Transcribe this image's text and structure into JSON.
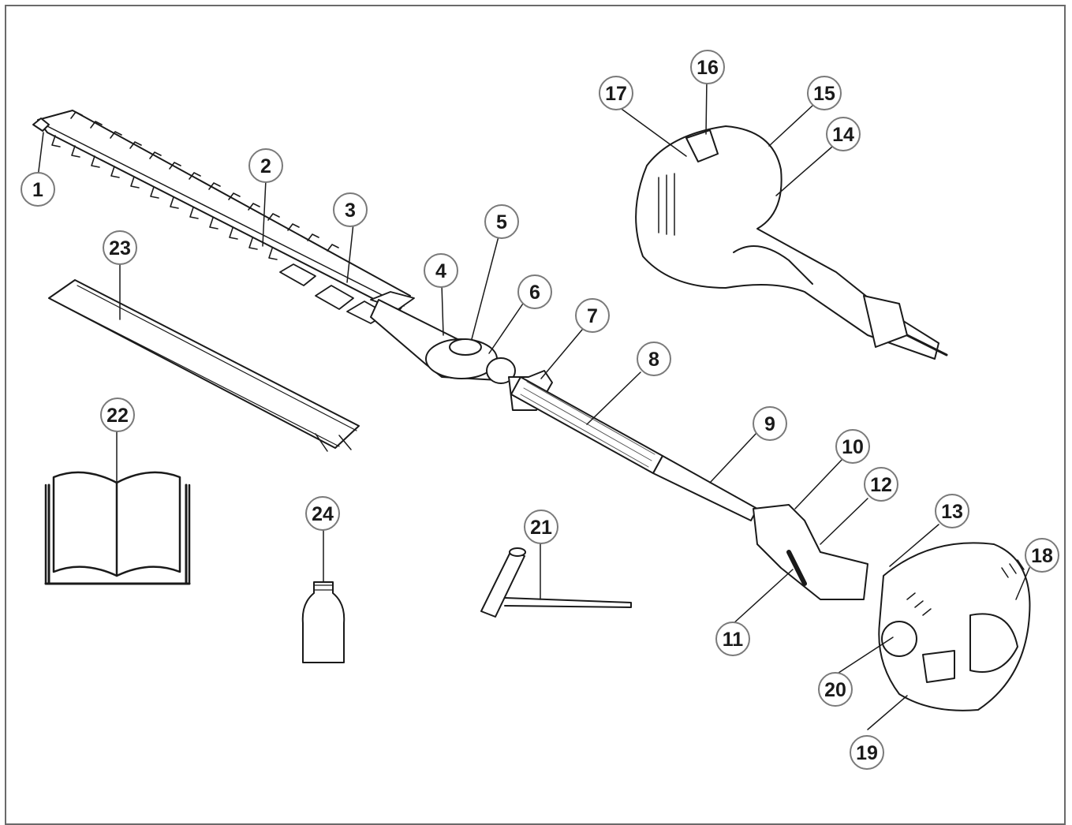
{
  "figure": {
    "callouts": [
      {
        "id": "callout-1",
        "label": "1"
      },
      {
        "id": "callout-2",
        "label": "2"
      },
      {
        "id": "callout-3",
        "label": "3"
      },
      {
        "id": "callout-4",
        "label": "4"
      },
      {
        "id": "callout-5",
        "label": "5"
      },
      {
        "id": "callout-6",
        "label": "6"
      },
      {
        "id": "callout-7",
        "label": "7"
      },
      {
        "id": "callout-8",
        "label": "8"
      },
      {
        "id": "callout-9",
        "label": "9"
      },
      {
        "id": "callout-10",
        "label": "10"
      },
      {
        "id": "callout-11",
        "label": "11"
      },
      {
        "id": "callout-12",
        "label": "12"
      },
      {
        "id": "callout-13",
        "label": "13"
      },
      {
        "id": "callout-14",
        "label": "14"
      },
      {
        "id": "callout-15",
        "label": "15"
      },
      {
        "id": "callout-16",
        "label": "16"
      },
      {
        "id": "callout-17",
        "label": "17"
      },
      {
        "id": "callout-18",
        "label": "18"
      },
      {
        "id": "callout-19",
        "label": "19"
      },
      {
        "id": "callout-20",
        "label": "20"
      },
      {
        "id": "callout-21",
        "label": "21"
      },
      {
        "id": "callout-22",
        "label": "22"
      },
      {
        "id": "callout-23",
        "label": "23"
      },
      {
        "id": "callout-24",
        "label": "24"
      }
    ],
    "colors": {
      "line": "#1a1a1a",
      "fill": "#ffffff",
      "shade": "#d6d6d6",
      "frame": "#6a6a6a"
    },
    "icons": [
      "blade-icon",
      "blade-guard-icon",
      "manual-book-icon",
      "oil-bottle-icon",
      "spark-plug-wrench-icon",
      "engine-unit-icon"
    ]
  }
}
